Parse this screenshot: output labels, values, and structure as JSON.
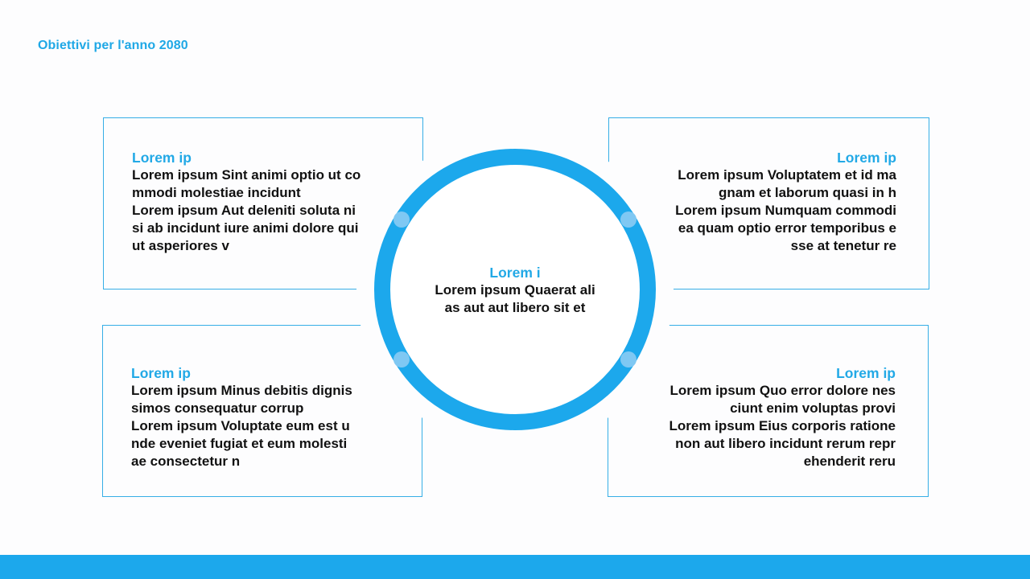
{
  "page": {
    "title": "Obiettivi per l'anno 2080"
  },
  "colors": {
    "accent": "#1ca8ec",
    "text": "#111111",
    "dot": "#7fc8f3"
  },
  "center": {
    "heading": "Lorem i",
    "body": "Lorem ipsum Quaerat ali\nas aut aut libero sit et"
  },
  "boxes": [
    {
      "position": "top-left",
      "heading": "Lorem ip",
      "body": "Lorem ipsum Sint animi optio ut co\nmmodi molestiae incidunt\nLorem ipsum Aut deleniti soluta ni\nsi ab incidunt iure animi dolore qui\nut asperiores v"
    },
    {
      "position": "top-right",
      "heading": "Lorem ip",
      "body": "Lorem ipsum Voluptatem et id ma\ngnam et laborum quasi in h\nLorem ipsum Numquam commodi\nea quam optio error temporibus e\nsse at tenetur re"
    },
    {
      "position": "bottom-left",
      "heading": "Lorem ip",
      "body": "Lorem ipsum Minus debitis dignis\nsimos consequatur corrup\nLorem ipsum Voluptate eum est u\nnde eveniet fugiat et eum molesti\nae consectetur n"
    },
    {
      "position": "bottom-right",
      "heading": "Lorem ip",
      "body": "Lorem ipsum Quo error dolore nes\nciunt enim voluptas provi\nLorem ipsum Eius corporis ratione\nnon aut libero incidunt rerum repr\nehenderit reru"
    }
  ]
}
